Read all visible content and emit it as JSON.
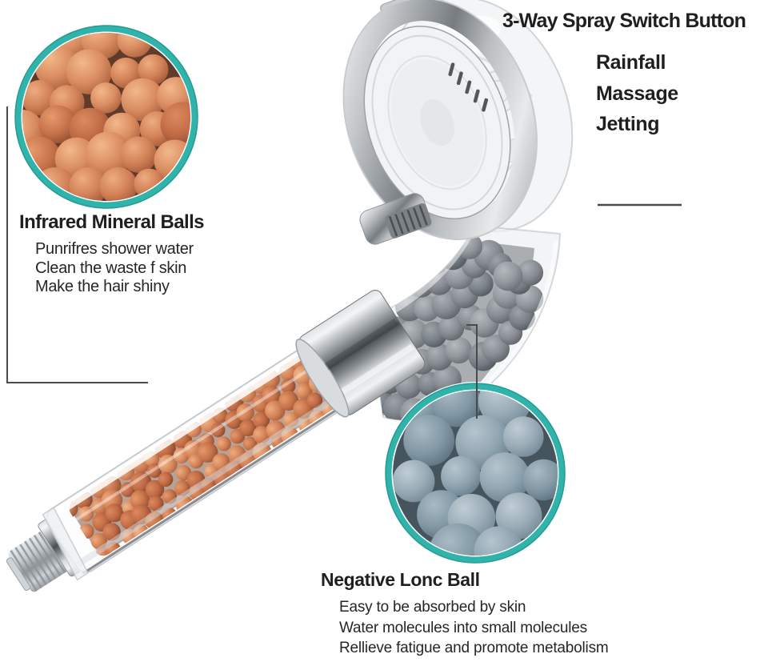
{
  "annotations": {
    "spray_switch": {
      "title": "3-Way Spray Switch Button",
      "modes": [
        "Rainfall",
        "Massage",
        "Jetting"
      ]
    },
    "infrared_mineral_balls": {
      "title": "Infrared Mineral Balls",
      "lines": [
        "Punrifres shower water",
        "Clean the waste f skin",
        "Make the hair shiny"
      ]
    },
    "negative_ion_ball": {
      "title": "Negative Lonc Ball",
      "lines": [
        "Easy to be absorbed by skin",
        "Water molecules into small molecules",
        "Rellieve fatigue and promote metabolism"
      ]
    }
  },
  "colors": {
    "background": "#ffffff",
    "accent_teal": "#2fb3aa",
    "accent_teal_dark": "#239a92",
    "text": "#1f1f1f",
    "leader_line": "#4a4a4a",
    "mineral_ball_orange": "#d28156",
    "ion_ball_blue_gray": "#91a6b2",
    "neck_ball_gray": "#868c91",
    "chrome_dark": "#4a4f54"
  }
}
